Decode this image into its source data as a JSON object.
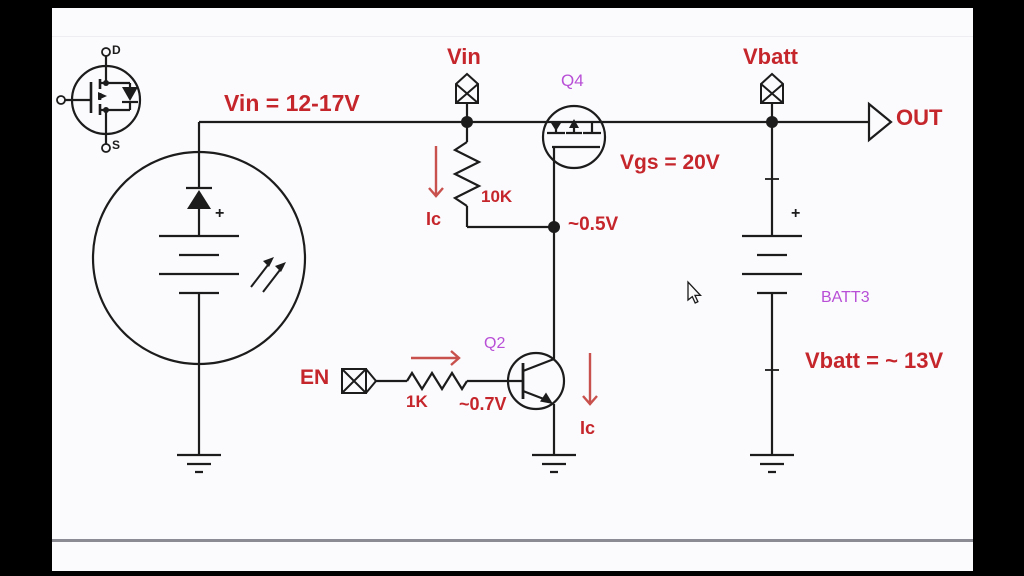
{
  "frame": {
    "kind": "video-slide-of-circuit-schematic",
    "letterbox_color": "#000000",
    "canvas_color": "#fbfafd"
  },
  "colors": {
    "annotation_red": "#c5262c",
    "arrow_red": "#c8514d",
    "designator_purple": "#b84fd6",
    "wire_black": "#1c1c1c",
    "divider_gray": "#8b8b93"
  },
  "ports": {
    "vin": "Vin",
    "vbatt": "Vbatt",
    "en": "EN",
    "out": "OUT"
  },
  "designators": {
    "q4": "Q4",
    "q2": "Q2",
    "batt3": "BATT3"
  },
  "values": {
    "r_pullup": "10K",
    "r_base": "1K"
  },
  "annotations": {
    "vin_range": "Vin = 12-17V",
    "vgs": "Vgs = 20V",
    "gate_node_v": "~0.5V",
    "base_node_v": "~0.7V",
    "vbatt_value": "Vbatt = ~ 13V",
    "ic_top": "Ic",
    "ic_bottom": "Ic"
  },
  "markers": {
    "plus_solar": "+",
    "plus_battery": "+",
    "drain": "D",
    "source": "S"
  }
}
